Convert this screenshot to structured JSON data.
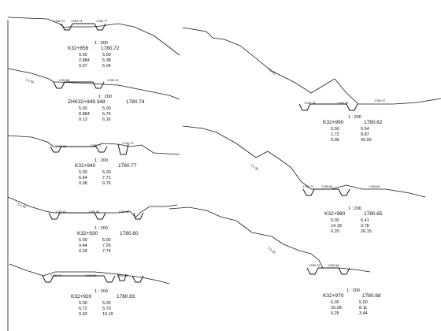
{
  "sections": [
    {
      "station": "K32+856",
      "scale": "1 : 200",
      "elevation": "1780.72",
      "values": [
        [
          "0.00",
          "5.09"
        ],
        [
          "2.884",
          "5.38"
        ],
        [
          "0.07",
          "5.04"
        ]
      ]
    },
    {
      "station": "ZHK32+949.348",
      "scale": "1 : 200",
      "elevation": "1780.74",
      "values": [
        [
          "5.00",
          "5.00"
        ],
        [
          "8.884",
          "5.75"
        ],
        [
          "0.13",
          "6.16"
        ]
      ]
    },
    {
      "station": "K32+940",
      "scale": "1 : 200",
      "elevation": "1780.77",
      "values": [
        [
          "5.00",
          "5.00"
        ],
        [
          "6.64",
          "7.71"
        ],
        [
          "0.08",
          "9.76"
        ]
      ]
    },
    {
      "station": "K32+930",
      "scale": "1 : 200",
      "elevation": "1780.80",
      "values": [
        [
          "5.00",
          "5.00"
        ],
        [
          "9.44",
          "7.25"
        ],
        [
          "0.34",
          "7.74"
        ]
      ]
    },
    {
      "station": "K32+920",
      "scale": "1 : 200",
      "elevation": "1780.83",
      "values": [
        [
          "5.00",
          "5.00"
        ],
        [
          "6.72",
          "5.79"
        ],
        [
          "0.43",
          "10.16"
        ]
      ]
    },
    {
      "station": "K32+990",
      "scale": "1 : 200",
      "elevation": "1780.62",
      "values": [
        [
          "5.00",
          "5.54"
        ],
        [
          "1.72",
          "8.87"
        ],
        [
          "0.06",
          "43.99"
        ]
      ]
    },
    {
      "station": "K32+980",
      "scale": "1 : 200",
      "elevation": "1780.65",
      "values": [
        [
          "5.00",
          "5.41"
        ],
        [
          "14.18",
          "9.78"
        ],
        [
          "0.20",
          "26.15"
        ]
      ]
    },
    {
      "station": "K32+970",
      "scale": "1 : 200",
      "elevation": "1780.68",
      "values": [
        [
          "5.00",
          "5.00"
        ],
        [
          "16.08",
          "8.11"
        ],
        [
          "0.25",
          "3.44"
        ]
      ]
    }
  ],
  "profile_labels": {
    "sec1": [
      "1780.72",
      "1780.74",
      "1780.77"
    ],
    "sec2": [
      "1:1.50",
      "1780.83",
      "1780.74"
    ],
    "sec3": [
      "1780.85",
      "1780.77",
      "1780.79"
    ],
    "sec4": [
      "1:1.50",
      "1780.81",
      "1780.84",
      "1780.82"
    ],
    "sec5": [
      "1780.74",
      "1780.83",
      "1780.76"
    ],
    "sec6": [
      "1:1.50",
      "1780.74",
      "1780.62",
      "1780.47"
    ],
    "sec7": [
      "1:1.50",
      "1780.72",
      "1780.69",
      "1780.54"
    ],
    "sec8": [
      "1:1.50",
      "1780.73",
      "1780.66"
    ]
  }
}
